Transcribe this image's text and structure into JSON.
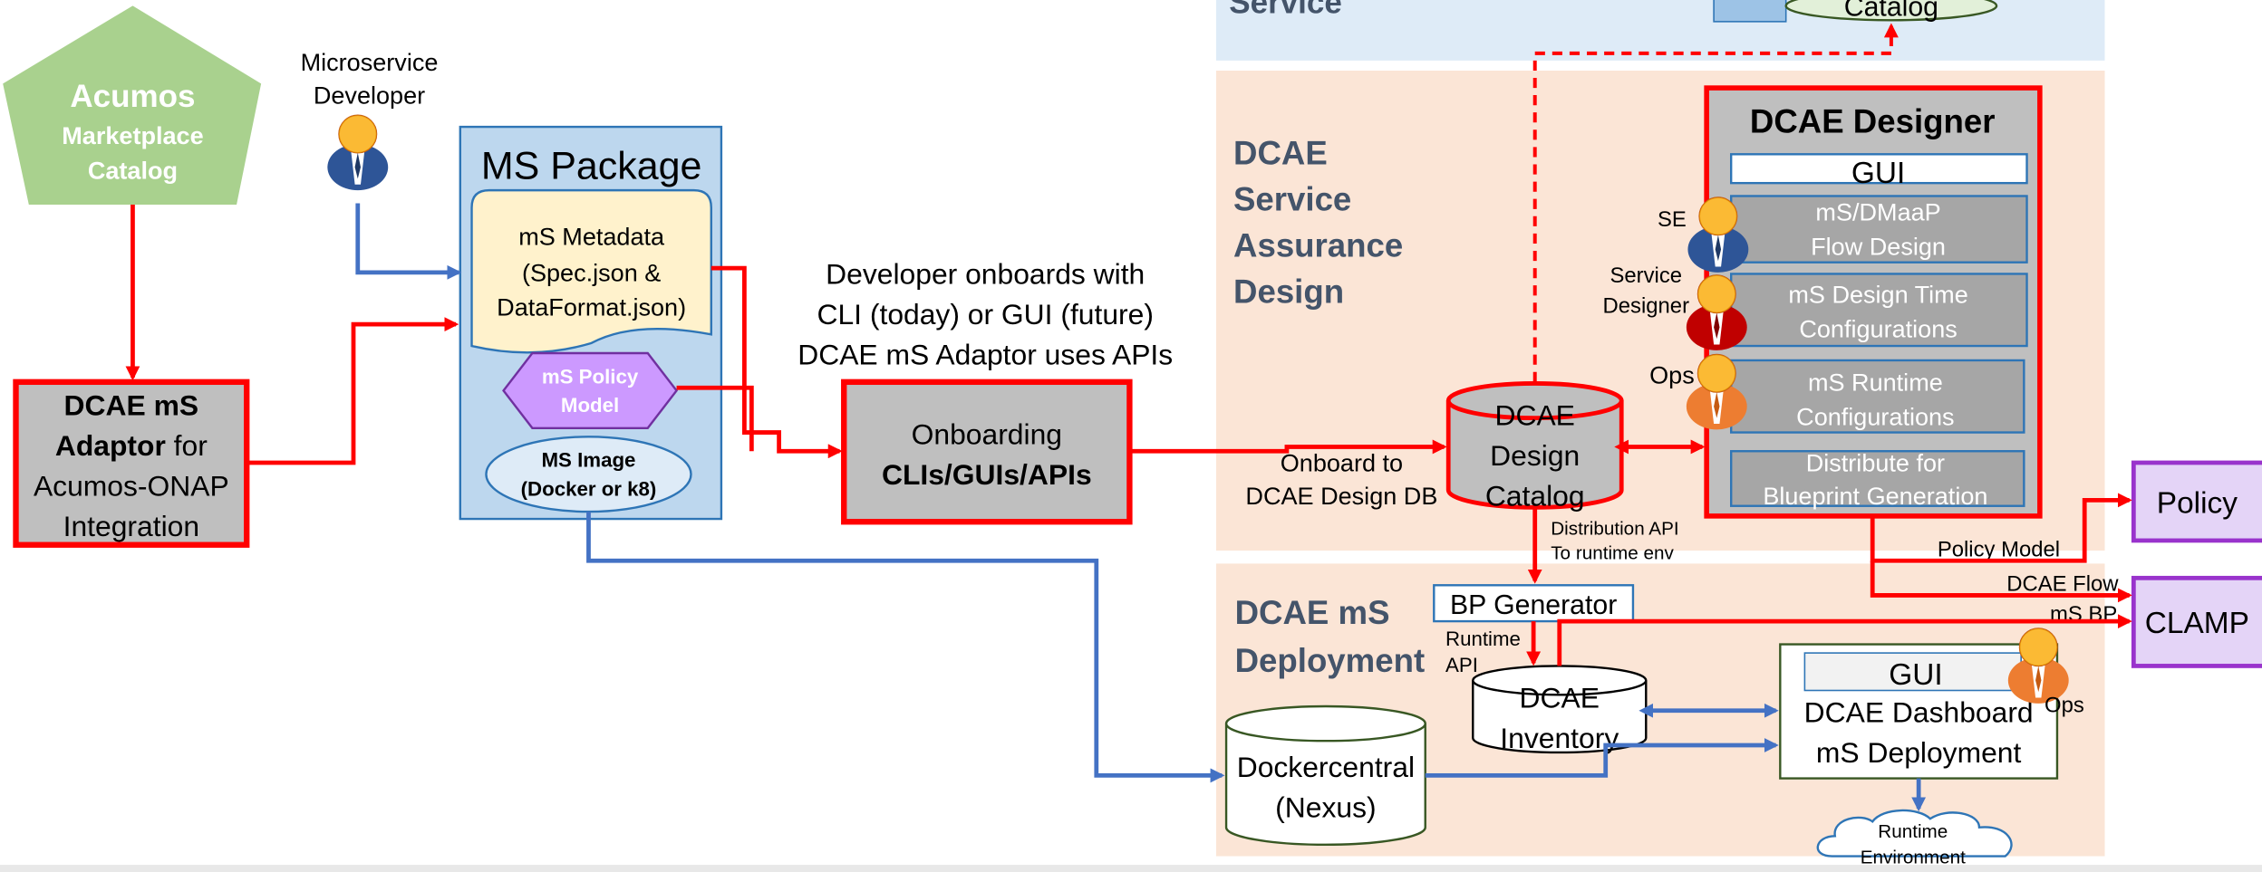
{
  "service": {
    "title": "Service",
    "catalog": "Catalog"
  },
  "acumos": {
    "title": "Acumos",
    "line2": "Marketplace",
    "line3": "Catalog"
  },
  "developer": {
    "line1": "Microservice",
    "line2": "Developer"
  },
  "adaptor": {
    "line1": "DCAE mS",
    "line2_bold": "Adaptor",
    "line2_rest": " for",
    "line3": "Acumos-ONAP",
    "line4": "Integration"
  },
  "ms_package": {
    "title": "MS Package",
    "metadata": [
      "mS Metadata",
      "(Spec.json &",
      "DataFormat.json)"
    ],
    "policy_model": [
      "mS Policy",
      "Model"
    ],
    "image": [
      "MS Image",
      "(Docker or k8)"
    ]
  },
  "onboarding_note": [
    "Developer onboards with",
    "CLI (today) or GUI (future)",
    "DCAE mS Adaptor uses APIs"
  ],
  "onboarding": {
    "line1": "Onboarding",
    "line2": "CLIs/GUIs/APIs"
  },
  "assurance_design": {
    "title": [
      "DCAE",
      "Service",
      "Assurance",
      "Design"
    ],
    "onboard_label": [
      "Onboard to",
      "DCAE Design DB"
    ],
    "catalog": [
      "DCAE",
      "Design",
      "Catalog"
    ],
    "distribution_label": [
      "Distribution API",
      "To runtime env"
    ]
  },
  "designer": {
    "title": "DCAE Designer",
    "gui": "GUI",
    "rows": [
      [
        "mS/DMaaP",
        "Flow Design"
      ],
      [
        "mS Design Time",
        "Configurations"
      ],
      [
        "mS Runtime",
        "Configurations"
      ],
      [
        "Distribute for",
        "Blueprint Generation"
      ]
    ],
    "roles": {
      "se": "SE",
      "service_designer": [
        "Service",
        "Designer"
      ],
      "ops": "Ops"
    }
  },
  "deployment": {
    "title": [
      "DCAE mS",
      "Deployment"
    ],
    "bp_generator": "BP Generator",
    "runtime_api": [
      "Runtime",
      "API"
    ],
    "inventory": [
      "DCAE",
      "Inventory"
    ],
    "dockercentral": [
      "Dockercentral",
      "(Nexus)"
    ],
    "dashboard": {
      "gui": "GUI",
      "line1": "DCAE Dashboard",
      "line2": "mS Deployment",
      "ops": "Ops"
    },
    "runtime_env": [
      "Runtime",
      "Environment"
    ]
  },
  "external": {
    "policy": "Policy",
    "clamp": "CLAMP",
    "policy_model_label": "Policy Model",
    "dcae_flow_label": "DCAE Flow",
    "ms_bp_label": "mS BP"
  },
  "colors": {
    "red": "#ff0000",
    "blue": "#4472c4",
    "acumos_green": "#a9d18e",
    "package_blue": "#bdd7ee",
    "assurance_peach": "#fbe5d6",
    "service_blue": "#deebf7",
    "gray_box": "#bfbfbf",
    "designer_row": "#a6a6a6",
    "purple": "#cc99ff",
    "purple_border": "#9933cc"
  }
}
